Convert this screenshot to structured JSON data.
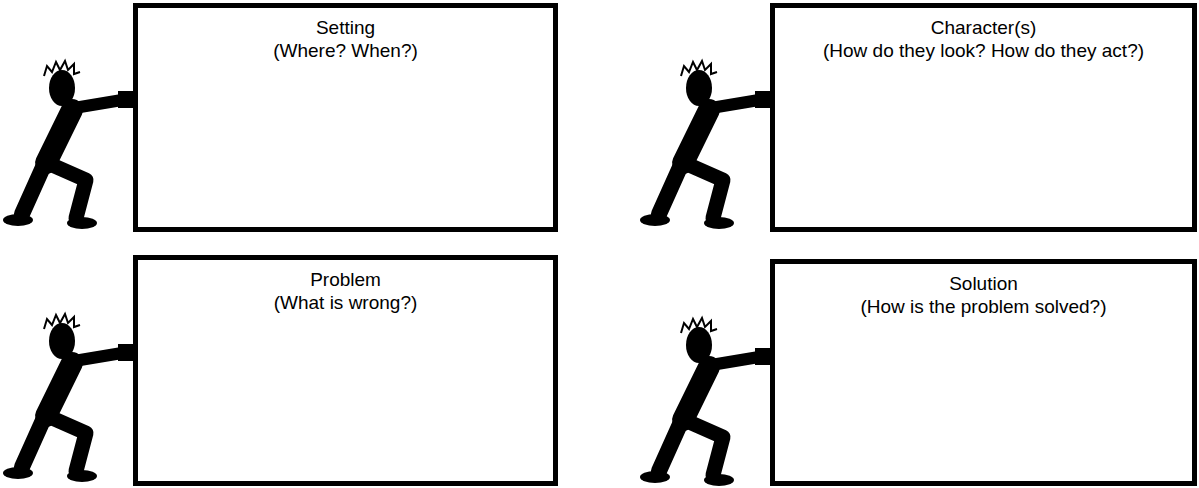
{
  "diagram": {
    "nodes": [
      {
        "text": [
          "Setting",
          "(Where? When?)"
        ]
      },
      {
        "text": [
          "Character(s)",
          "(How do they look? How do they act?)"
        ]
      },
      {
        "text": [
          "Problem",
          "(What is wrong?)"
        ]
      },
      {
        "text": [
          "Solution",
          "(How is the problem solved?)"
        ]
      }
    ]
  }
}
